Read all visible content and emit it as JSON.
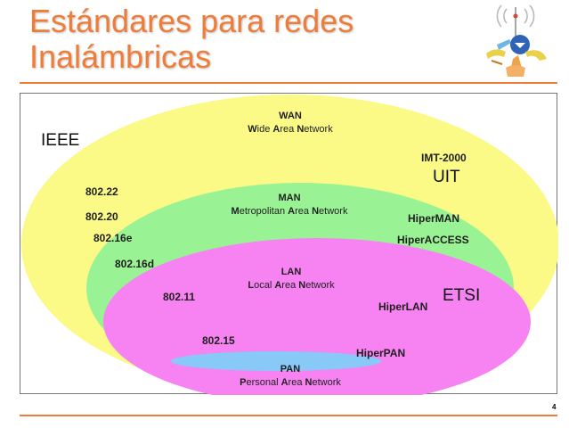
{
  "slide": {
    "title_line1": "Estándares para redes",
    "title_line2": "Inalámbricas",
    "page_number": "4"
  },
  "colors": {
    "title": "#ef7d3a",
    "wan": "#fbfa86",
    "man": "#99f394",
    "lan": "#f783f2",
    "pan": "#88c9f7"
  },
  "networks": {
    "wan": {
      "abbr": "WAN",
      "full": "Wide Area Network"
    },
    "man": {
      "abbr": "MAN",
      "full": "Metropolitan Area Network"
    },
    "lan": {
      "abbr": "LAN",
      "full": "Local Area Network"
    },
    "pan": {
      "abbr": "PAN",
      "full": "Personal Area Network"
    }
  },
  "organizations": {
    "ieee": "IEEE",
    "uit": "UIT",
    "etsi": "ETSI"
  },
  "ieee_standards": [
    "802.22",
    "802.20",
    "802.16e",
    "802.16d",
    "802.11",
    "802.15"
  ],
  "other_standards": {
    "imt2000": "IMT-2000",
    "hiperman": "HiperMAN",
    "hiperaccess": "HiperACCESS",
    "hiperlan": "HiperLAN",
    "hiperpan": "HiperPAN"
  }
}
